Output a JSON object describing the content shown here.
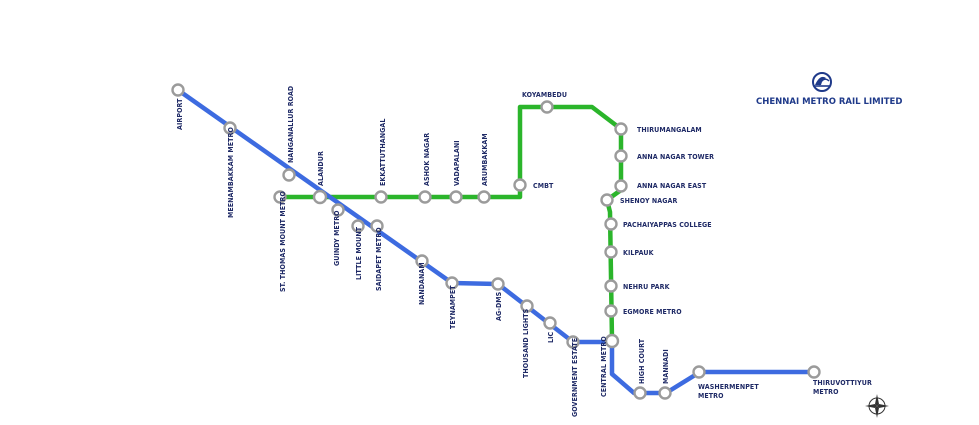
{
  "brand": {
    "name": "CHENNAI METRO RAIL LIMITED",
    "logo_icon": "cmrl-logo-icon"
  },
  "colors": {
    "blue_line": "#3d6be0",
    "green_line": "#2bb52b",
    "label": "#1f2a66"
  },
  "blue_line": {
    "stations": [
      "AIRPORT",
      "MEENAMBAKKAM METRO",
      "NANGANALLUR ROAD",
      "ALANDUR",
      "GUINDY METRO",
      "LITTLE MOUNT",
      "SAIDAPET METRO",
      "NANDANAM",
      "TEYNAMPET",
      "AG-DMS",
      "THOUSAND LIGHTS",
      "LIC",
      "GOVERNMENT ESTATE",
      "CENTRAL METRO",
      "HIGH COURT",
      "MANNADI",
      "WASHERMENPET METRO",
      "THIRUVOTTIYUR METRO"
    ]
  },
  "green_line": {
    "stations": [
      "ST. THOMAS MOUNT METRO",
      "ALANDUR",
      "EKKATTUTHANGAL",
      "ASHOK NAGAR",
      "VADAPALANI",
      "ARUMBAKKAM",
      "CMBT",
      "KOYAMBEDU",
      "THIRUMANGALAM",
      "ANNA NAGAR TOWER",
      "ANNA NAGAR EAST",
      "SHENOY NAGAR",
      "PACHAIYAPPAS COLLEGE",
      "KILPAUK",
      "NEHRU PARK",
      "EGMORE METRO",
      "CENTRAL METRO"
    ]
  },
  "labels": {
    "airport": "AIRPORT",
    "meenambakkam": "MEENAMBAKKAM METRO",
    "nanganallur": "NANGANALLUR ROAD",
    "alandur": "ALANDUR",
    "st_thomas": "ST. THOMAS MOUNT METRO",
    "ekkattuthangal": "EKKATTUTHANGAL",
    "ashok_nagar": "ASHOK NAGAR",
    "vadapalani": "VADAPALANI",
    "arumbakkam": "ARUMBAKKAM",
    "cmbt": "CMBT",
    "koyambedu": "KOYAMBEDU",
    "thirumangalam": "THIRUMANGALAM",
    "anna_nagar_tower": "ANNA NAGAR TOWER",
    "anna_nagar_east": "ANNA NAGAR EAST",
    "shenoy_nagar": "SHENOY NAGAR",
    "pachaiyappas": "PACHAIYAPPAS COLLEGE",
    "kilpauk": "KILPAUK",
    "nehru_park": "NEHRU PARK",
    "egmore": "EGMORE METRO",
    "guindy": "GUINDY METRO",
    "little_mount": "LITTLE MOUNT",
    "saidapet": "SAIDAPET METRO",
    "nandanam": "NANDANAM",
    "teynampet": "TEYNAMPET",
    "ag_dms": "AG-DMS",
    "thousand_lights": "THOUSAND LIGHTS",
    "lic": "LIC",
    "government_estate": "GOVERNMENT ESTATE",
    "central": "CENTRAL METRO",
    "high_court": "HIGH COURT",
    "mannadi": "MANNADI",
    "washermenpet_1": "WASHERMENPET",
    "washermenpet_2": "METRO",
    "thiruvottiyur_1": "THIRUVOTTIYUR",
    "thiruvottiyur_2": "METRO"
  },
  "compass_icon": "compass-icon"
}
